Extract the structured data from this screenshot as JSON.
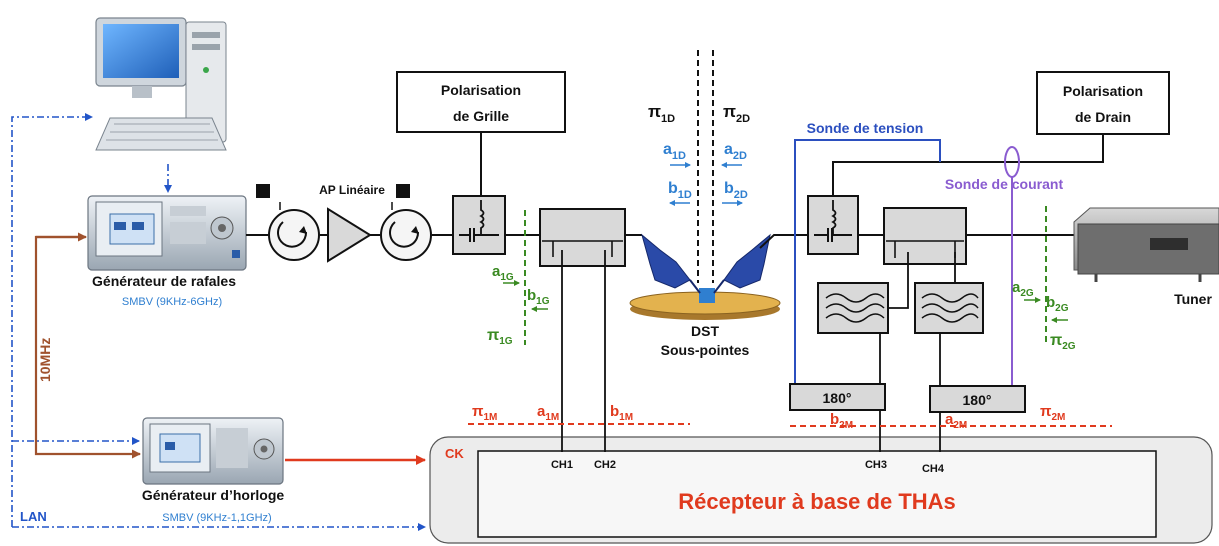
{
  "equipment": {
    "burst_generator": {
      "name": "Générateur de rafales",
      "model": "SMBV (9KHz-6GHz)"
    },
    "clock_generator": {
      "name": "Générateur d’horloge",
      "model": "SMBV (9KHz-1,1GHz)"
    },
    "linear_amp": "AP Linéaire",
    "gate_bias": {
      "line1": "Polarisation",
      "line2": "de Grille"
    },
    "drain_bias": {
      "line1": "Polarisation",
      "line2": "de Drain"
    },
    "voltage_probe": "Sonde de tension",
    "current_probe": "Sonde de courant",
    "dut": {
      "line1": "DST",
      "line2": "Sous-pointes"
    },
    "tuner": "Tuner",
    "receiver": "Récepteur à base de THAs",
    "hybrid_label": "180°"
  },
  "links": {
    "lan": "LAN",
    "ref_clock": "10MHz",
    "clock_input": "CK"
  },
  "channels": [
    "CH1",
    "CH2",
    "CH3",
    "CH4"
  ],
  "planes": {
    "p1G": {
      "sym": "π",
      "sub": "1G"
    },
    "p1D": {
      "sym": "π",
      "sub": "1D"
    },
    "p2D": {
      "sym": "π",
      "sub": "2D"
    },
    "p2G": {
      "sym": "π",
      "sub": "2G"
    },
    "p1M": {
      "sym": "π",
      "sub": "1M"
    },
    "p2M": {
      "sym": "π",
      "sub": "2M"
    }
  },
  "waves": {
    "a1G": {
      "sym": "a",
      "sub": "1G"
    },
    "b1G": {
      "sym": "b",
      "sub": "1G"
    },
    "a1D": {
      "sym": "a",
      "sub": "1D"
    },
    "b1D": {
      "sym": "b",
      "sub": "1D"
    },
    "a2D": {
      "sym": "a",
      "sub": "2D"
    },
    "b2D": {
      "sym": "b",
      "sub": "2D"
    },
    "a2G": {
      "sym": "a",
      "sub": "2G"
    },
    "b2G": {
      "sym": "b",
      "sub": "2G"
    },
    "a1M": {
      "sym": "a",
      "sub": "1M"
    },
    "b1M": {
      "sym": "b",
      "sub": "1M"
    },
    "a2M": {
      "sym": "a",
      "sub": "2M"
    },
    "b2M": {
      "sym": "b",
      "sub": "2M"
    }
  },
  "colors": {
    "line": "#111111",
    "blue_dash": "#2255c8",
    "blue_text": "#2f7fd0",
    "brown": "#a0522d",
    "red": "#e03a1e",
    "green": "#3a8a22",
    "purple": "#8a5cd0",
    "probe_blue": "#2b4fbf",
    "box_fill": "#d9d9d9",
    "receiver_fill": "#f2f2f2"
  }
}
